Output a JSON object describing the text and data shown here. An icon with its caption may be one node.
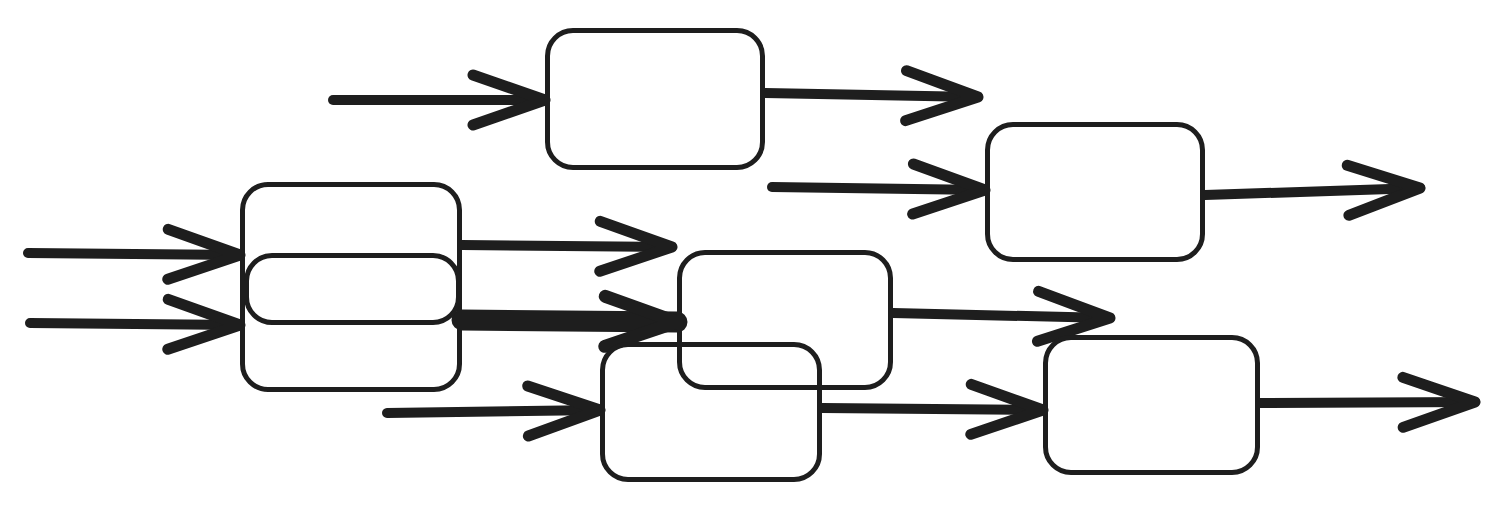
{
  "diagram": {
    "nodes": [
      {
        "text": [],
        "shape": "box"
      },
      {
        "text": [],
        "shape": "box"
      },
      {
        "text": [],
        "shape": "box"
      },
      {
        "text": [],
        "shape": "box",
        "in": 2
      },
      {
        "text": [],
        "shape": "box"
      },
      {
        "text": [],
        "shape": "box"
      },
      {
        "text": [],
        "shape": "box"
      }
    ],
    "edges": [
      {
        "from": null,
        "to": 0,
        "arrow": "to"
      },
      {
        "from": 0,
        "to": 1,
        "arrow": "to"
      },
      {
        "from": null,
        "to": 1,
        "arrow": "to"
      },
      {
        "from": 1,
        "to": null,
        "arrow": "to"
      },
      {
        "from": null,
        "to": 2,
        "arrow": "to"
      },
      {
        "from": null,
        "to": 2,
        "arrow": "to"
      },
      {
        "from": 2,
        "to": 4,
        "arrow": "to"
      },
      {
        "from": 2,
        "to": 4,
        "arrow": "to",
        "style": "thick"
      },
      {
        "from": 4,
        "to": 6,
        "arrow": "to"
      },
      {
        "from": null,
        "to": 5,
        "arrow": "to"
      },
      {
        "from": 5,
        "to": 6,
        "arrow": "to"
      },
      {
        "from": 6,
        "to": null,
        "arrow": "to"
      }
    ]
  }
}
